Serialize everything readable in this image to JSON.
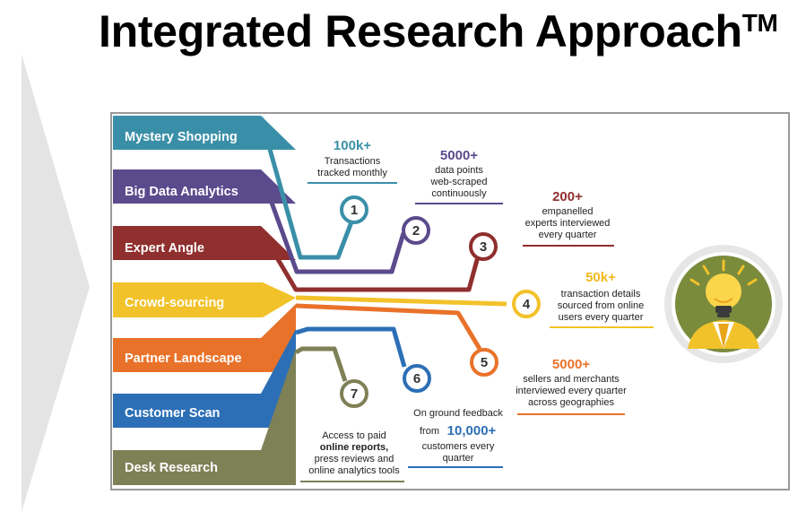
{
  "title": "Integrated Research Approach",
  "title_mark": "TM",
  "methods": [
    {
      "label": "Mystery Shopping",
      "color": "#3a8fa8"
    },
    {
      "label": "Big Data Analytics",
      "color": "#5b4a8c"
    },
    {
      "label": "Expert Angle",
      "color": "#8f2f2e"
    },
    {
      "label": "Crowd-sourcing",
      "color": "#f2c22a"
    },
    {
      "label": "Partner Landscape",
      "color": "#e9722a"
    },
    {
      "label": "Customer Scan",
      "color": "#2c6fb6"
    },
    {
      "label": "Desk Research",
      "color": "#7e8056"
    }
  ],
  "nodes": [
    "1",
    "2",
    "3",
    "4",
    "5",
    "6",
    "7"
  ],
  "callouts": {
    "c1": {
      "value": "100k+",
      "lines": [
        "Transactions",
        "tracked monthly"
      ],
      "color": "#3a8fa8"
    },
    "c2": {
      "value": "5000+",
      "lines": [
        "data points",
        "web-scraped",
        "continuously"
      ],
      "color": "#5b4a8c"
    },
    "c3": {
      "value": "200+",
      "lines": [
        "empanelled",
        "experts interviewed",
        "every quarter"
      ],
      "color": "#8f2f2e"
    },
    "c4": {
      "value": "50k+",
      "lines": [
        "transaction details",
        "sourced from online",
        "users every quarter"
      ],
      "color": "#f2b81e"
    },
    "c5": {
      "value": "5000+",
      "lines": [
        "sellers and merchants",
        "interviewed every quarter",
        "across geographies"
      ],
      "color": "#e9722a"
    },
    "c6": {
      "pre": "On ground feedback",
      "from_word": "from",
      "value": "10,000+",
      "lines": [
        "customers every",
        "quarter"
      ],
      "color": "#2c6fb6"
    },
    "c7": {
      "lines": [
        "Access to paid",
        "online reports,",
        "press reviews and",
        "online analytics tools"
      ],
      "color": "#7e8056"
    }
  },
  "icon": "lightbulb-person-icon"
}
